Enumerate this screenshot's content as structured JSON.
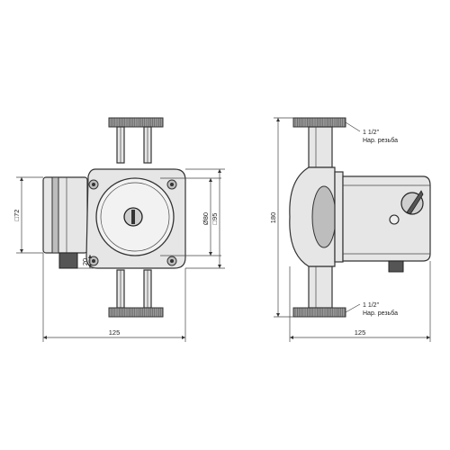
{
  "front_view": {
    "dim_width": "125",
    "dim_height_left": "□72",
    "dim_diameter": "Ø80",
    "dim_square": "□95",
    "dim_offset": "20"
  },
  "side_view": {
    "dim_width": "125",
    "dim_height": "180",
    "top_thread_size": "1 1/2\"",
    "top_thread_text": "Нар. резьба",
    "bottom_thread_size": "1 1/2\"",
    "bottom_thread_text": "Нар. резьба"
  }
}
